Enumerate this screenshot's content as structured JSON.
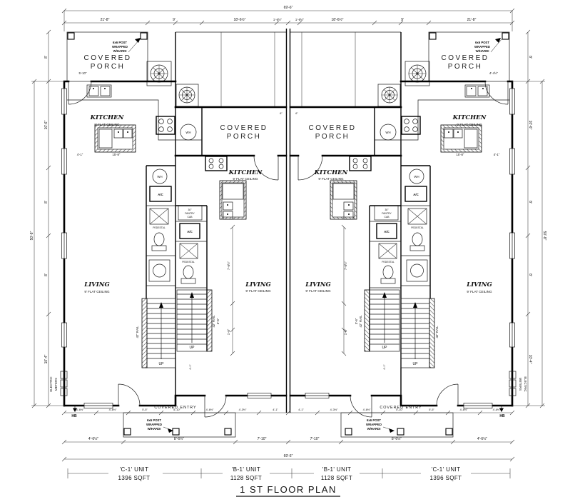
{
  "sheet": {
    "title": "1 ST FLOOR PLAN"
  },
  "schedule": {
    "units": [
      {
        "name": "'C-1' UNIT",
        "area": "1396 SQFT"
      },
      {
        "name": "'B-1' UNIT",
        "area": "1128 SQFT"
      },
      {
        "name": "'B-1' UNIT",
        "area": "1128 SQFT"
      },
      {
        "name": "'C-1' UNIT",
        "area": "1396 SQFT"
      }
    ]
  },
  "rooms": {
    "covered1": "COVERED",
    "covered2": "PORCH",
    "kitchen": "KITCHEN",
    "living": "LIVING",
    "ceiling": "9' FLAT CEILING",
    "entry": "COVERED ENTRY"
  },
  "notes": {
    "post1": "6x6 POST",
    "post2": "WRAPPED",
    "post3": "W/HARDI",
    "elec1": "ELECTRIC",
    "elec2": "METERS",
    "pantry1": "30\"",
    "pantry2": "PANTRY",
    "pantry3": "CAB",
    "pedestal": "PEDESTAL",
    "rail": "42\" RAIL",
    "up": "UP",
    "wh": "WH",
    "ac": "A/C",
    "hb": "HB"
  },
  "dims": {
    "ow": "69'-6\"",
    "oh": "50'-8\"",
    "porch": "21'-8\"",
    "nine": "9'",
    "mid": "18'-6½\"",
    "center": "1'-6½\"",
    "v8": "8'",
    "v10_6": "10'-6\"",
    "v10_4": "10'-4\"",
    "k4_1": "4'-1\"",
    "k15_8": "15'-8\"",
    "l7_6": "7'-6½\"",
    "l1_8": "1'-8\"",
    "s4_1": "4'-1\"",
    "r3_6": "3'-6\"",
    "p5_10": "5'-10\"",
    "p4_4": "4'-4½\"",
    "b4_6": "4'-6½\"",
    "b5_5": "5'-5\"",
    "b5_10": "5'-10\"",
    "b4_3": "4'-3½\"",
    "b4_1": "4'-1\"",
    "b8_6": "8'-6½\"",
    "b7_10": "7'-10\"",
    "wall6": "6\""
  }
}
